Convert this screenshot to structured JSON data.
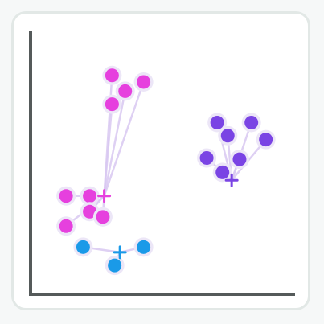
{
  "chart_data": {
    "type": "scatter",
    "title": "",
    "xlabel": "",
    "ylabel": "",
    "xlim": [
      0,
      10
    ],
    "ylim": [
      0,
      10
    ],
    "grid": false,
    "colors": {
      "axis": "#555a5a",
      "glow": "#ece6f7",
      "link": "#d9c8f2"
    },
    "clusters": [
      {
        "color": "#e640de",
        "centroid": [
          2.8,
          3.75
        ],
        "links": [
          0,
          1,
          2,
          3,
          4,
          5,
          6,
          7,
          8
        ],
        "points": [
          [
            3.1,
            8.35
          ],
          [
            3.6,
            7.75
          ],
          [
            3.1,
            7.25
          ],
          [
            1.35,
            3.75
          ],
          [
            2.25,
            3.75
          ],
          [
            2.25,
            3.15
          ],
          [
            2.75,
            2.95
          ],
          [
            1.35,
            2.6
          ],
          [
            4.3,
            8.1
          ]
        ]
      },
      {
        "color": "#1a9ae8",
        "centroid": [
          3.4,
          1.6
        ],
        "links": [
          0,
          1,
          2
        ],
        "points": [
          [
            2.0,
            1.8
          ],
          [
            4.3,
            1.8
          ],
          [
            3.2,
            1.1
          ]
        ]
      },
      {
        "color": "#7a44e4",
        "centroid": [
          7.65,
          4.35
        ],
        "links": [
          0,
          1,
          2,
          3,
          4,
          5,
          6,
          7
        ],
        "points": [
          [
            7.1,
            6.55
          ],
          [
            8.4,
            6.55
          ],
          [
            7.5,
            6.05
          ],
          [
            8.95,
            5.9
          ],
          [
            6.7,
            5.2
          ],
          [
            7.95,
            5.15
          ],
          [
            7.3,
            4.65
          ]
        ]
      }
    ]
  }
}
